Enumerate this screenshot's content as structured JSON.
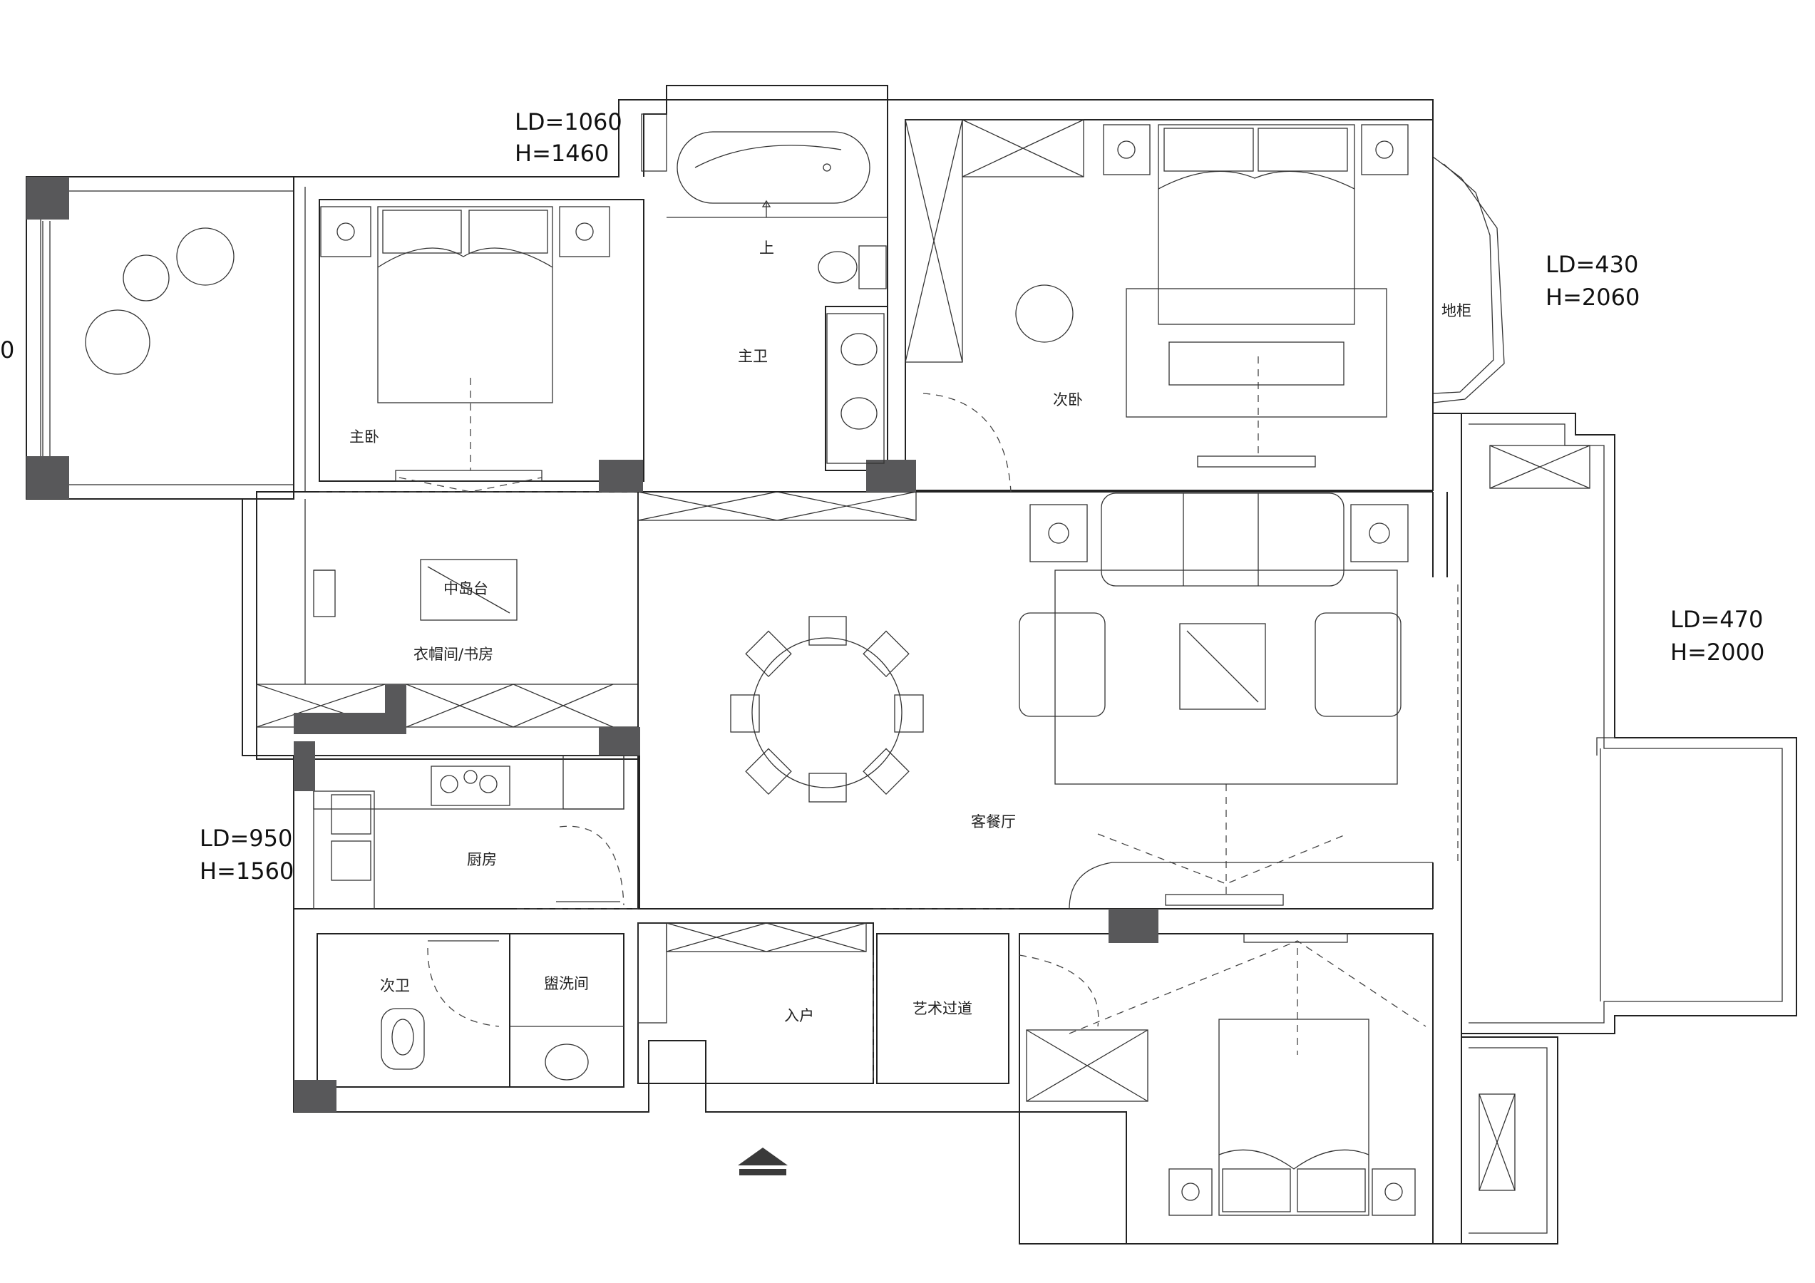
{
  "rooms": {
    "master_bedroom": "主卧",
    "master_bath": "主卫",
    "second_bedroom": "次卧",
    "cabinet": "地柜",
    "island": "中岛台",
    "cloak_study": "衣帽间/书房",
    "living_dining": "客餐厅",
    "kitchen": "厨房",
    "second_bath": "次卫",
    "wash_room": "盥洗间",
    "entrance": "入户",
    "art_corridor": "艺术过道",
    "up_marker": "上"
  },
  "dimensions": {
    "top_ld": "LD=1060",
    "top_h": "H=1460",
    "right_top_ld": "LD=430",
    "right_top_h": "H=2060",
    "right_mid_ld": "LD=470",
    "right_mid_h": "H=2000",
    "left_ld": "LD=950",
    "left_h": "H=1560",
    "cut_off": "0"
  },
  "colors": {
    "line": "#222222",
    "column": "#58585a",
    "background": "#ffffff"
  }
}
